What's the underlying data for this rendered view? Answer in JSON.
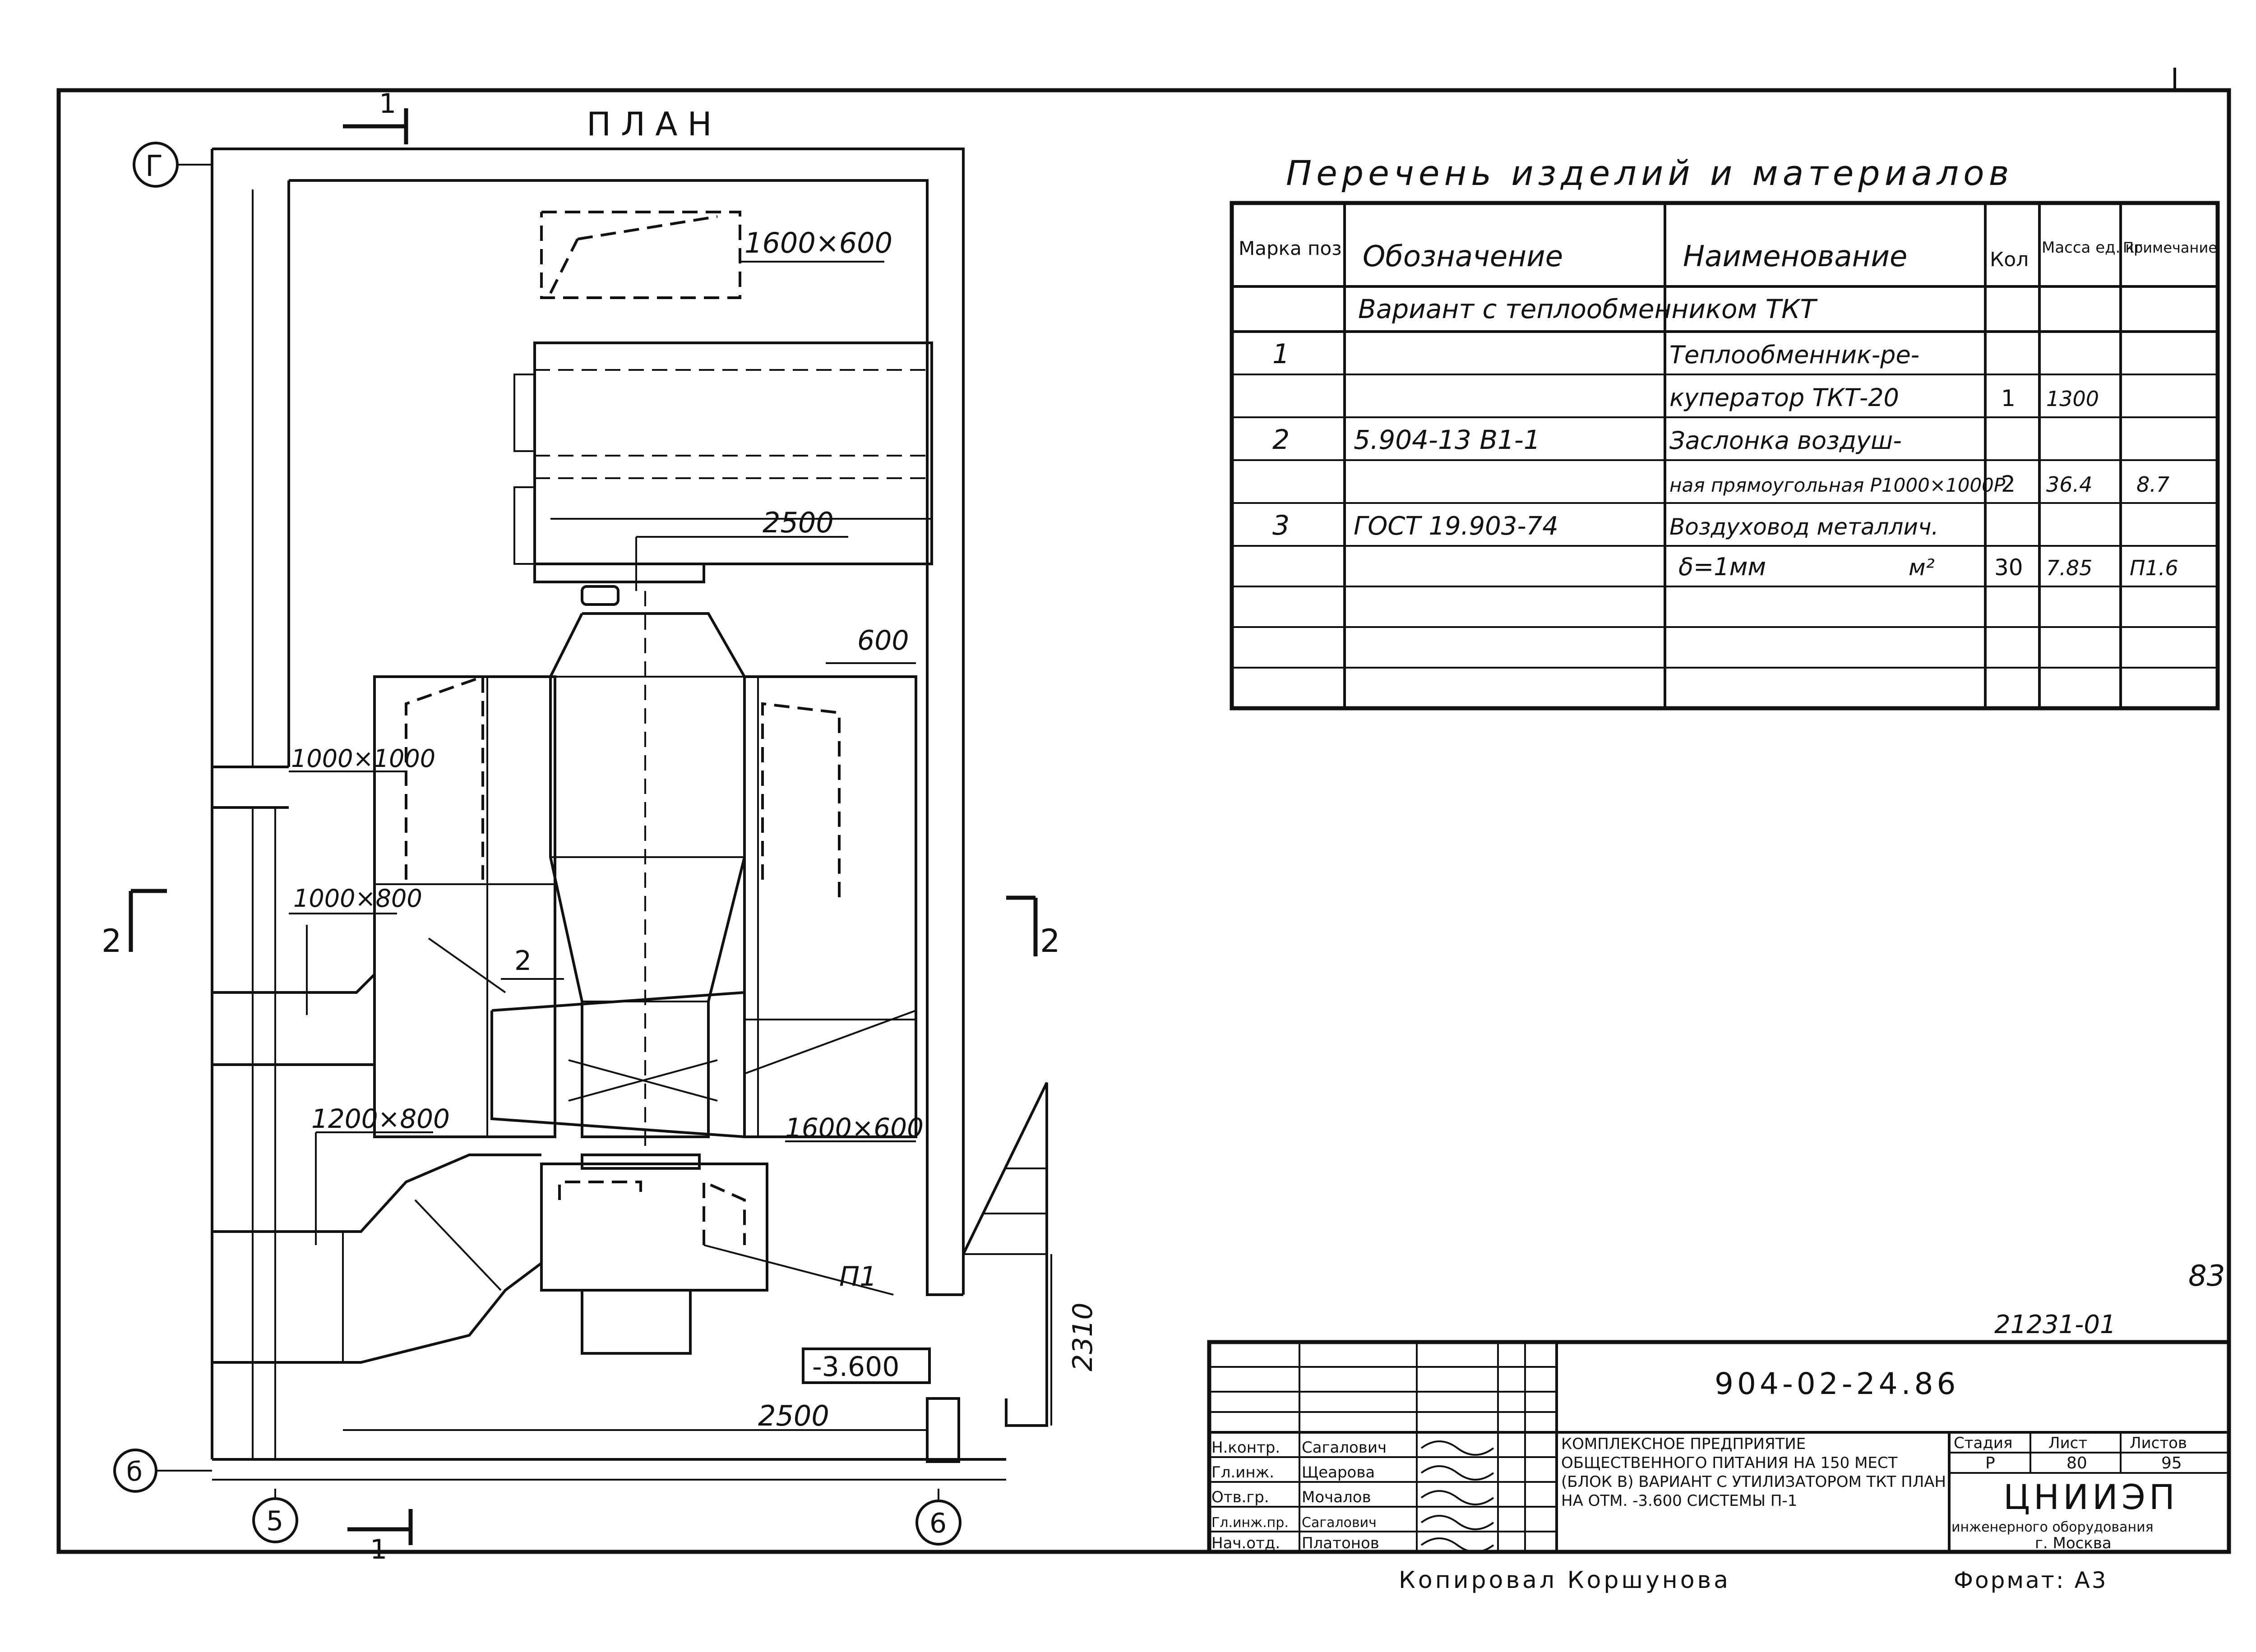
{
  "plan": {
    "title": "ПЛАН",
    "axes": {
      "top_left": "Г",
      "bottom_left": "б",
      "bottom_1": "5",
      "bottom_2": "6"
    },
    "section_marks": {
      "s1": "1",
      "s2": "2"
    },
    "dimensions": {
      "d1600x600_top": "1600×600",
      "d2500_top": "2500",
      "d600": "600",
      "d1000x1000": "1000×1000",
      "d1000x800": "1000×800",
      "d1200x800": "1200×800",
      "d1600x600_bottom": "1600×600",
      "d2310": "2310",
      "d2500_bottom": "2500",
      "level": "-3.600"
    },
    "leaders": {
      "item2": "2",
      "p1": "П1"
    }
  },
  "spec": {
    "title": "Перечень изделий и материалов",
    "headers": {
      "mark": "Марка поз.",
      "designation": "Обозначение",
      "name": "Наименование",
      "qty": "Кол",
      "mass": "Масса ед. кг",
      "note": "Примечание"
    },
    "variant": "Вариант с теплообменником ТКТ",
    "rows": [
      {
        "mark": "1",
        "designation": "",
        "name": "Теплообменник-ре-",
        "qty": "",
        "mass": "",
        "note": ""
      },
      {
        "mark": "",
        "designation": "",
        "name": "куператор ТКТ-20",
        "qty": "1",
        "mass": "1300",
        "note": ""
      },
      {
        "mark": "2",
        "designation": "5.904-13 В1-1",
        "name": "Заслонка воздуш-",
        "qty": "",
        "mass": "",
        "note": ""
      },
      {
        "mark": "",
        "designation": "",
        "name": "ная прямоугольная Р1000×1000Р",
        "qty": "2",
        "mass": "36.4",
        "note": "8.7"
      },
      {
        "mark": "3",
        "designation": "ГОСТ 19.903-74",
        "name": "Воздуховод металлич.",
        "qty": "",
        "mass": "",
        "note": ""
      },
      {
        "mark": "",
        "designation": "",
        "name": "δ=1мм",
        "unit": "м²",
        "qty": "30",
        "mass": "7.85",
        "note": "П1.6"
      },
      {
        "mark": "",
        "designation": "",
        "name": "",
        "qty": "",
        "mass": "",
        "note": ""
      },
      {
        "mark": "",
        "designation": "",
        "name": "",
        "qty": "",
        "mass": "",
        "note": ""
      },
      {
        "mark": "",
        "designation": "",
        "name": "",
        "qty": "",
        "mass": "",
        "note": ""
      }
    ]
  },
  "title_block": {
    "page_number": "83",
    "archive_no": "21231-01",
    "code": "904-02-24.86",
    "roles": [
      {
        "role": "Н.контр.",
        "name": "Сагалович"
      },
      {
        "role": "Гл.инж.",
        "name": "Щеарова"
      },
      {
        "role": "Отв.гр.",
        "name": "Мочалов"
      },
      {
        "role": "Гл.инж.пр.",
        "name": "Сагалович"
      },
      {
        "role": "Нач.отд.",
        "name": "Платонов"
      }
    ],
    "description": "Комплексное предприятие общественного питания на 150 мест (блок В) Вариант с утилизатором ТКТ План на отм. -3.600 системы П-1",
    "stage_label": "Стадия",
    "sheet_label": "Лист",
    "sheets_label": "Листов",
    "stage": "Р",
    "sheet": "80",
    "sheets": "95",
    "org": "ЦНИИЭП",
    "org_sub": "инженерного оборудования",
    "city": "г. Москва"
  },
  "footer": {
    "copied": "Копировал Коршунова",
    "format": "Формат: А3"
  }
}
